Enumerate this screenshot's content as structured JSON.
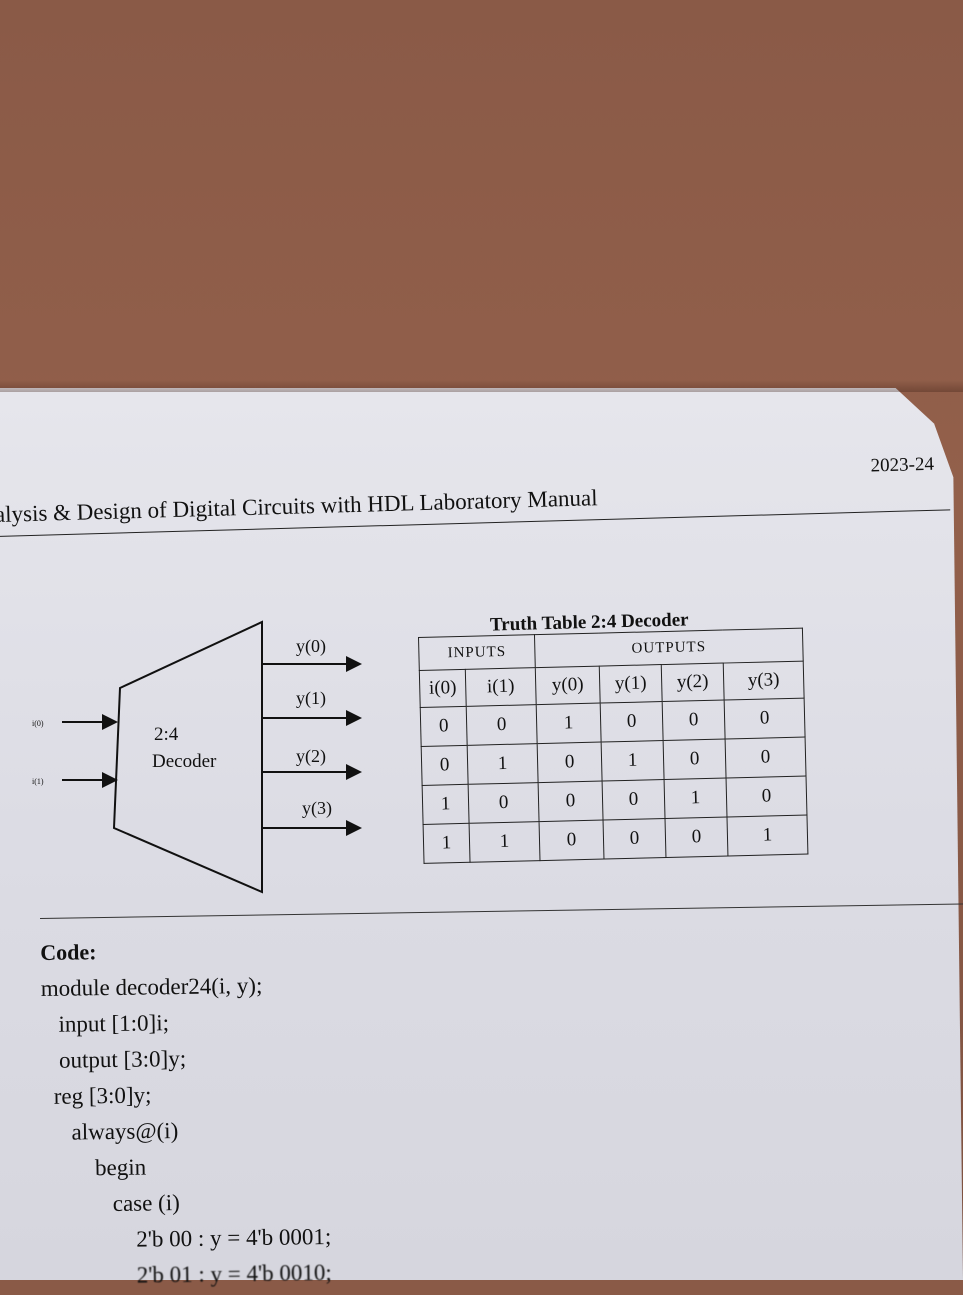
{
  "header": {
    "title": "alysis & Design of Digital Circuits with HDL Laboratory Manual",
    "year": "2023-24"
  },
  "diagram": {
    "block_label_line1": "2:4",
    "block_label_line2": "Decoder",
    "inputs": [
      "i(0)",
      "i(1)"
    ],
    "outputs": [
      "y(0)",
      "y(1)",
      "y(2)",
      "y(3)"
    ]
  },
  "truth_table": {
    "title": "Truth Table  2:4 Decoder",
    "group_inputs": "INPUTS",
    "group_outputs": "OUTPUTS",
    "columns": [
      "i(0)",
      "i(1)",
      "y(0)",
      "y(1)",
      "y(2)",
      "y(3)"
    ],
    "rows": [
      [
        "0",
        "0",
        "1",
        "0",
        "0",
        "0"
      ],
      [
        "0",
        "1",
        "0",
        "1",
        "0",
        "0"
      ],
      [
        "1",
        "0",
        "0",
        "0",
        "1",
        "0"
      ],
      [
        "1",
        "1",
        "0",
        "0",
        "0",
        "1"
      ]
    ]
  },
  "code": {
    "title": "Code:",
    "lines": [
      "module decoder24(i, y);",
      "   input [1:0]i;",
      "   output [3:0]y;",
      "  reg [3:0]y;",
      "     always@(i)",
      "         begin",
      "            case (i)",
      "                2'b 00 : y = 4'b 0001;",
      "                2'b 01 : y = 4'b 0010;"
    ]
  }
}
